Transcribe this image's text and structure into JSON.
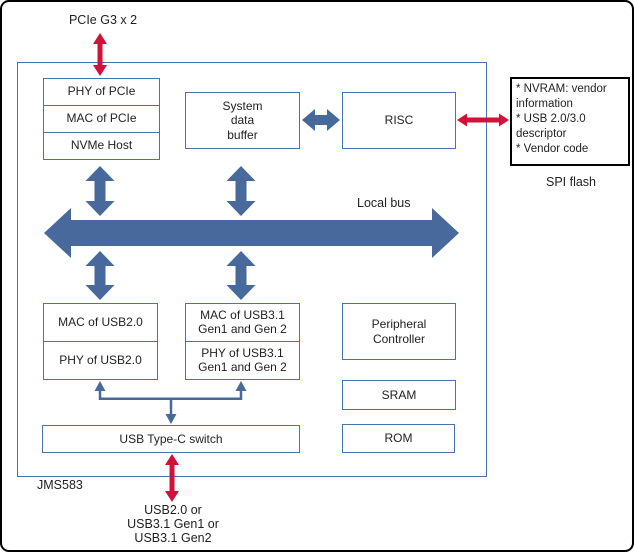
{
  "diagram": {
    "top_port_label": "PCIe G3 x 2",
    "chip_name_label": "JMS583",
    "local_bus_label": "Local bus",
    "bottom_port_label": "USB2.0 or\nUSB3.1 Gen1 or\nUSB3.1 Gen2",
    "blocks": {
      "phy_pcie": "PHY of PCIe",
      "mac_pcie": "MAC of PCIe",
      "nvme_host": "NVMe Host",
      "system_data_buffer": "System\ndata\nbuffer",
      "risc": "RISC",
      "mac_usb2": "MAC of USB2.0",
      "phy_usb2": "PHY of USB2.0",
      "mac_usb3": "MAC of USB3.1\nGen1 and Gen 2",
      "phy_usb3": "PHY of USB3.1\nGen1 and Gen 2",
      "peripheral_controller": "Peripheral\nController",
      "sram": "SRAM",
      "rom": "ROM",
      "typec_switch": "USB Type-C switch"
    },
    "spi_flash": {
      "contents": "* NVRAM: vendor\ninformation\n* USB 2.0/3.0\ndescriptor\n* Vendor code",
      "label": "SPI flash"
    },
    "colors": {
      "box_border": "#4a72ab",
      "arrow_blue": "#48699c",
      "arrow_red": "#d0113a",
      "spi_border": "#000000",
      "text": "#1f1f1f"
    }
  }
}
